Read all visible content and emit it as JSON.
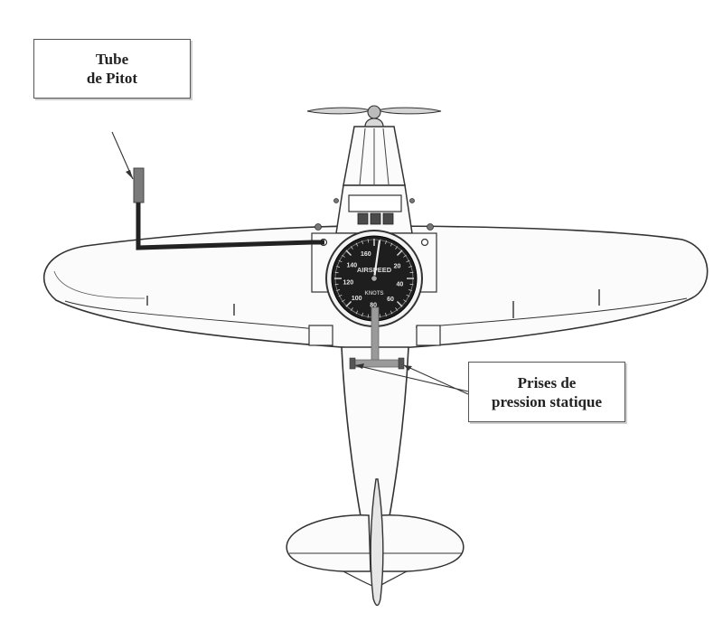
{
  "labels": {
    "pitot": {
      "line1": "Tube",
      "line2": "de Pitot"
    },
    "static": {
      "line1": "Prises de",
      "line2": "pression statique"
    }
  },
  "gauge": {
    "title": "AIRSPEED",
    "unit": "KNOTS",
    "ticks": [
      "20",
      "40",
      "60",
      "80",
      "100",
      "120",
      "140",
      "160"
    ]
  },
  "colors": {
    "outline": "#333333",
    "tubing_dark": "#222222",
    "pitot_tube": "#777777",
    "static_tubing": "#999999",
    "gauge_face": "#1e1e1e",
    "label_border": "#555555"
  }
}
